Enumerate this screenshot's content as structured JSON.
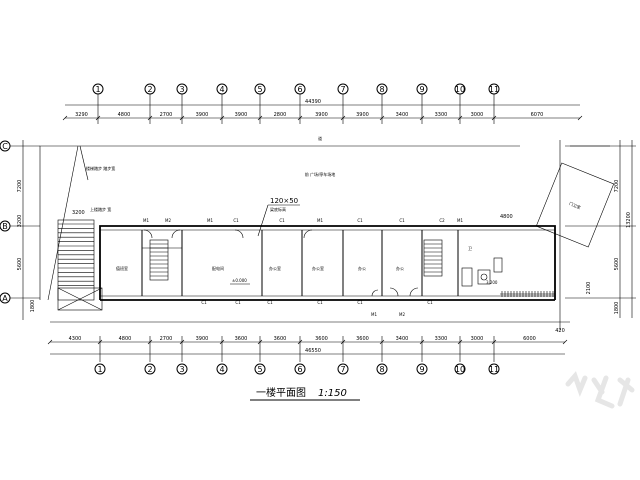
{
  "axes": {
    "labels": [
      "1",
      "2",
      "3",
      "4",
      "5",
      "6",
      "7",
      "8",
      "9",
      "10",
      "11"
    ],
    "rows": [
      "C",
      "B",
      "A"
    ]
  },
  "dims": {
    "top_total": "44390",
    "top_segments": [
      "3290",
      "4800",
      "2700",
      "3900",
      "3900",
      "2800",
      "3900",
      "3900",
      "3400",
      "3300",
      "3000",
      "6070"
    ],
    "bottom_total": "46550",
    "bottom_segments": [
      "4300",
      "4800",
      "2700",
      "3900",
      "3600",
      "3600",
      "3600",
      "3600",
      "3400",
      "3300",
      "3000",
      "6000"
    ],
    "right_total": "13200",
    "left_upper": "7200",
    "left_mid": "3200",
    "left_lower": "5600",
    "left_small": "1800",
    "right_upper": "7200",
    "right_lower": "5600",
    "right_small_a": "2100",
    "right_small_b": "1800",
    "right_bottom": "420"
  },
  "labels": {
    "upper_zone": "道",
    "yard_note": "前 广场/停车场地",
    "stair_note": "楼梯踏步 踏步宽",
    "stair_note_2": "上楼踏步 宽",
    "beam_size": "120×50",
    "beam_note": "梁底标高",
    "span_4800": "4800",
    "span_3200": "3200",
    "elev_a": "±0.000",
    "elev_b": "3.200",
    "rooms": [
      "值班室",
      "配电间",
      "办公室",
      "办公室",
      "办公",
      "办公",
      "卫"
    ],
    "markers": [
      "M1",
      "M2",
      "M2",
      "M1",
      "M1",
      "M1",
      "M1",
      "C1",
      "C1",
      "C1",
      "C1",
      "C1",
      "C1",
      "C1",
      "C1",
      "C1",
      "C1",
      "C2"
    ],
    "side_block": "门卫室"
  },
  "title": {
    "text": "一楼平面图",
    "scale": "1:150"
  },
  "colors": {
    "line": "#000000",
    "watermark": "#e6e6e6"
  }
}
